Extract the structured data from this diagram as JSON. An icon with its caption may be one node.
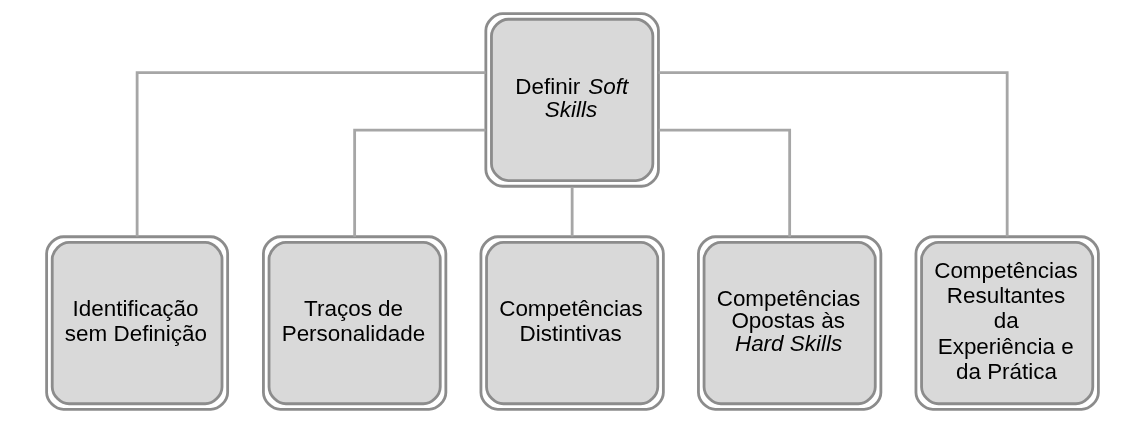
{
  "diagram": {
    "nodes": [
      {
        "text": [
          "Definir *Soft Skills*"
        ]
      },
      {
        "text": [
          "Identificação sem Definição"
        ]
      },
      {
        "text": [
          "Traços de Personalidade"
        ]
      },
      {
        "text": [
          "Competências Distintivas"
        ]
      },
      {
        "text": [
          "Competências Opostas às *Hard Skills*"
        ]
      },
      {
        "text": [
          "Competências Resultantes da Experiência e da Prática"
        ]
      }
    ],
    "edges": [
      {
        "from": 0,
        "to": 1,
        "arrow": "none"
      },
      {
        "from": 0,
        "to": 2,
        "arrow": "none"
      },
      {
        "from": 0,
        "to": 3,
        "arrow": "none"
      },
      {
        "from": 0,
        "to": 4,
        "arrow": "none"
      },
      {
        "from": 0,
        "to": 5,
        "arrow": "none"
      }
    ]
  }
}
